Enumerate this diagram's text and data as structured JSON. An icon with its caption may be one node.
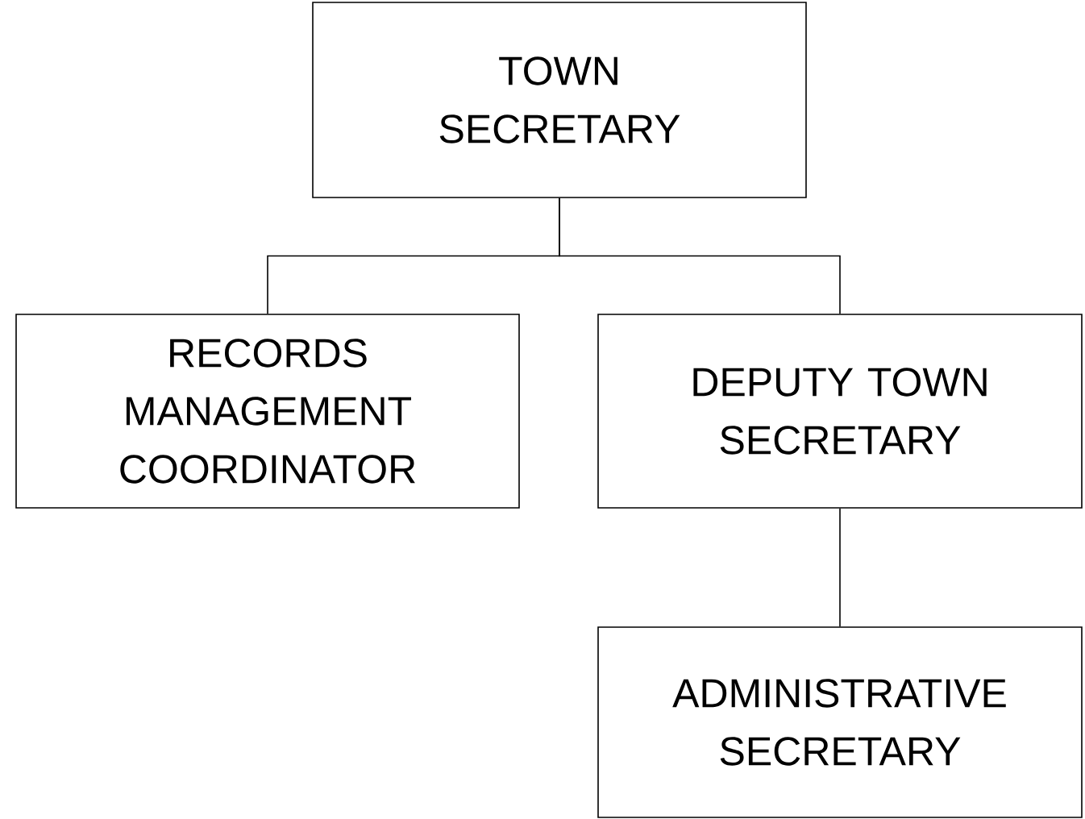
{
  "diagram": {
    "nodes": [
      {
        "text": [
          "TOWN SECRETARY"
        ]
      },
      {
        "text": [
          "RECORDS MANAGEMENT COORDINATOR"
        ]
      },
      {
        "text": [
          "DEPUTY TOWN SECRETARY"
        ]
      },
      {
        "text": [
          "ADMINISTRATIVE SECRETARY"
        ]
      }
    ],
    "edges": [
      {
        "from": 0,
        "to": 1,
        "arrow": "none"
      },
      {
        "from": 0,
        "to": 2,
        "arrow": "none"
      },
      {
        "from": 2,
        "to": 3,
        "arrow": "none"
      }
    ]
  }
}
